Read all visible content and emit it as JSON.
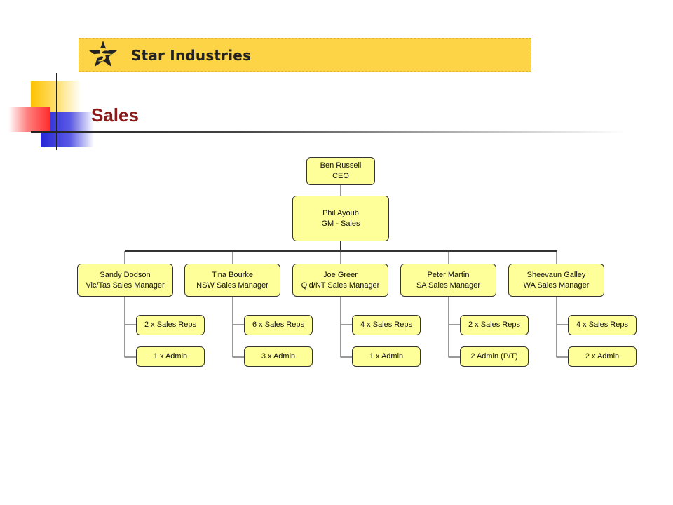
{
  "header": {
    "brand": "Star Industries",
    "title": "Sales"
  },
  "org": {
    "ceo": {
      "name": "Ben Russell",
      "role": "CEO"
    },
    "gm": {
      "name": "Phil Ayoub",
      "role": "GM - Sales"
    },
    "managers": [
      {
        "name": "Sandy Dodson",
        "role": "Vic/Tas Sales Manager",
        "reports": [
          "2 x Sales Reps",
          "1 x Admin"
        ]
      },
      {
        "name": "Tina Bourke",
        "role": "NSW Sales Manager",
        "reports": [
          "6 x Sales Reps",
          "3 x Admin"
        ]
      },
      {
        "name": "Joe Greer",
        "role": "Qld/NT Sales Manager",
        "reports": [
          "4 x Sales Reps",
          "1 x Admin"
        ]
      },
      {
        "name": "Peter Martin",
        "role": "SA Sales Manager",
        "reports": [
          "2 x Sales Reps",
          "2 Admin (P/T)"
        ]
      },
      {
        "name": "Sheevaun Galley",
        "role": "WA Sales Manager",
        "reports": [
          "4 x Sales Reps",
          "2 x Admin"
        ]
      }
    ]
  },
  "colors": {
    "banner": "#fdd446",
    "node_fill": "#ffff99",
    "title": "#8b1a1a"
  }
}
